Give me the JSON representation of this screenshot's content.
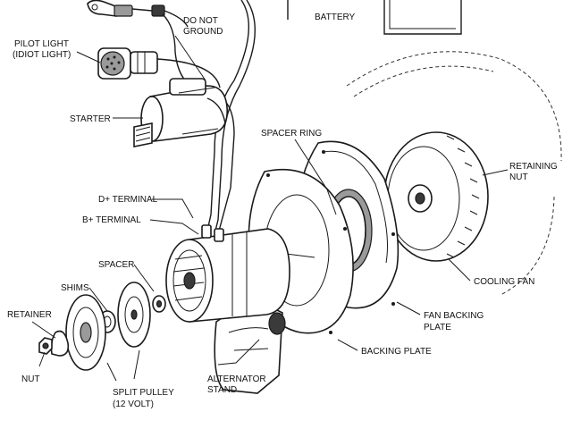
{
  "labels": {
    "battery": "BATTERY",
    "do_not_ground_1": "DO NOT",
    "do_not_ground_2": "GROUND",
    "pilot_light_1": "PILOT LIGHT",
    "pilot_light_2": "(IDIOT LIGHT)",
    "starter": "STARTER",
    "spacer_ring": "SPACER RING",
    "retaining_nut_1": "RETAINING",
    "retaining_nut_2": "NUT",
    "d_plus_terminal": "D+ TERMINAL",
    "b_plus_terminal": "B+ TERMINAL",
    "spacer": "SPACER",
    "shims": "SHIMS",
    "retainer": "RETAINER",
    "nut": "NUT",
    "split_pulley_1": "SPLIT PULLEY",
    "split_pulley_2": "(12 VOLT)",
    "alternator_stand_1": "ALTERNATOR",
    "alternator_stand_2": "STAND",
    "backing_plate": "BACKING PLATE",
    "fan_backing_plate_1": "FAN BACKING",
    "fan_backing_plate_2": "PLATE",
    "cooling_fan": "COOLING FAN"
  }
}
